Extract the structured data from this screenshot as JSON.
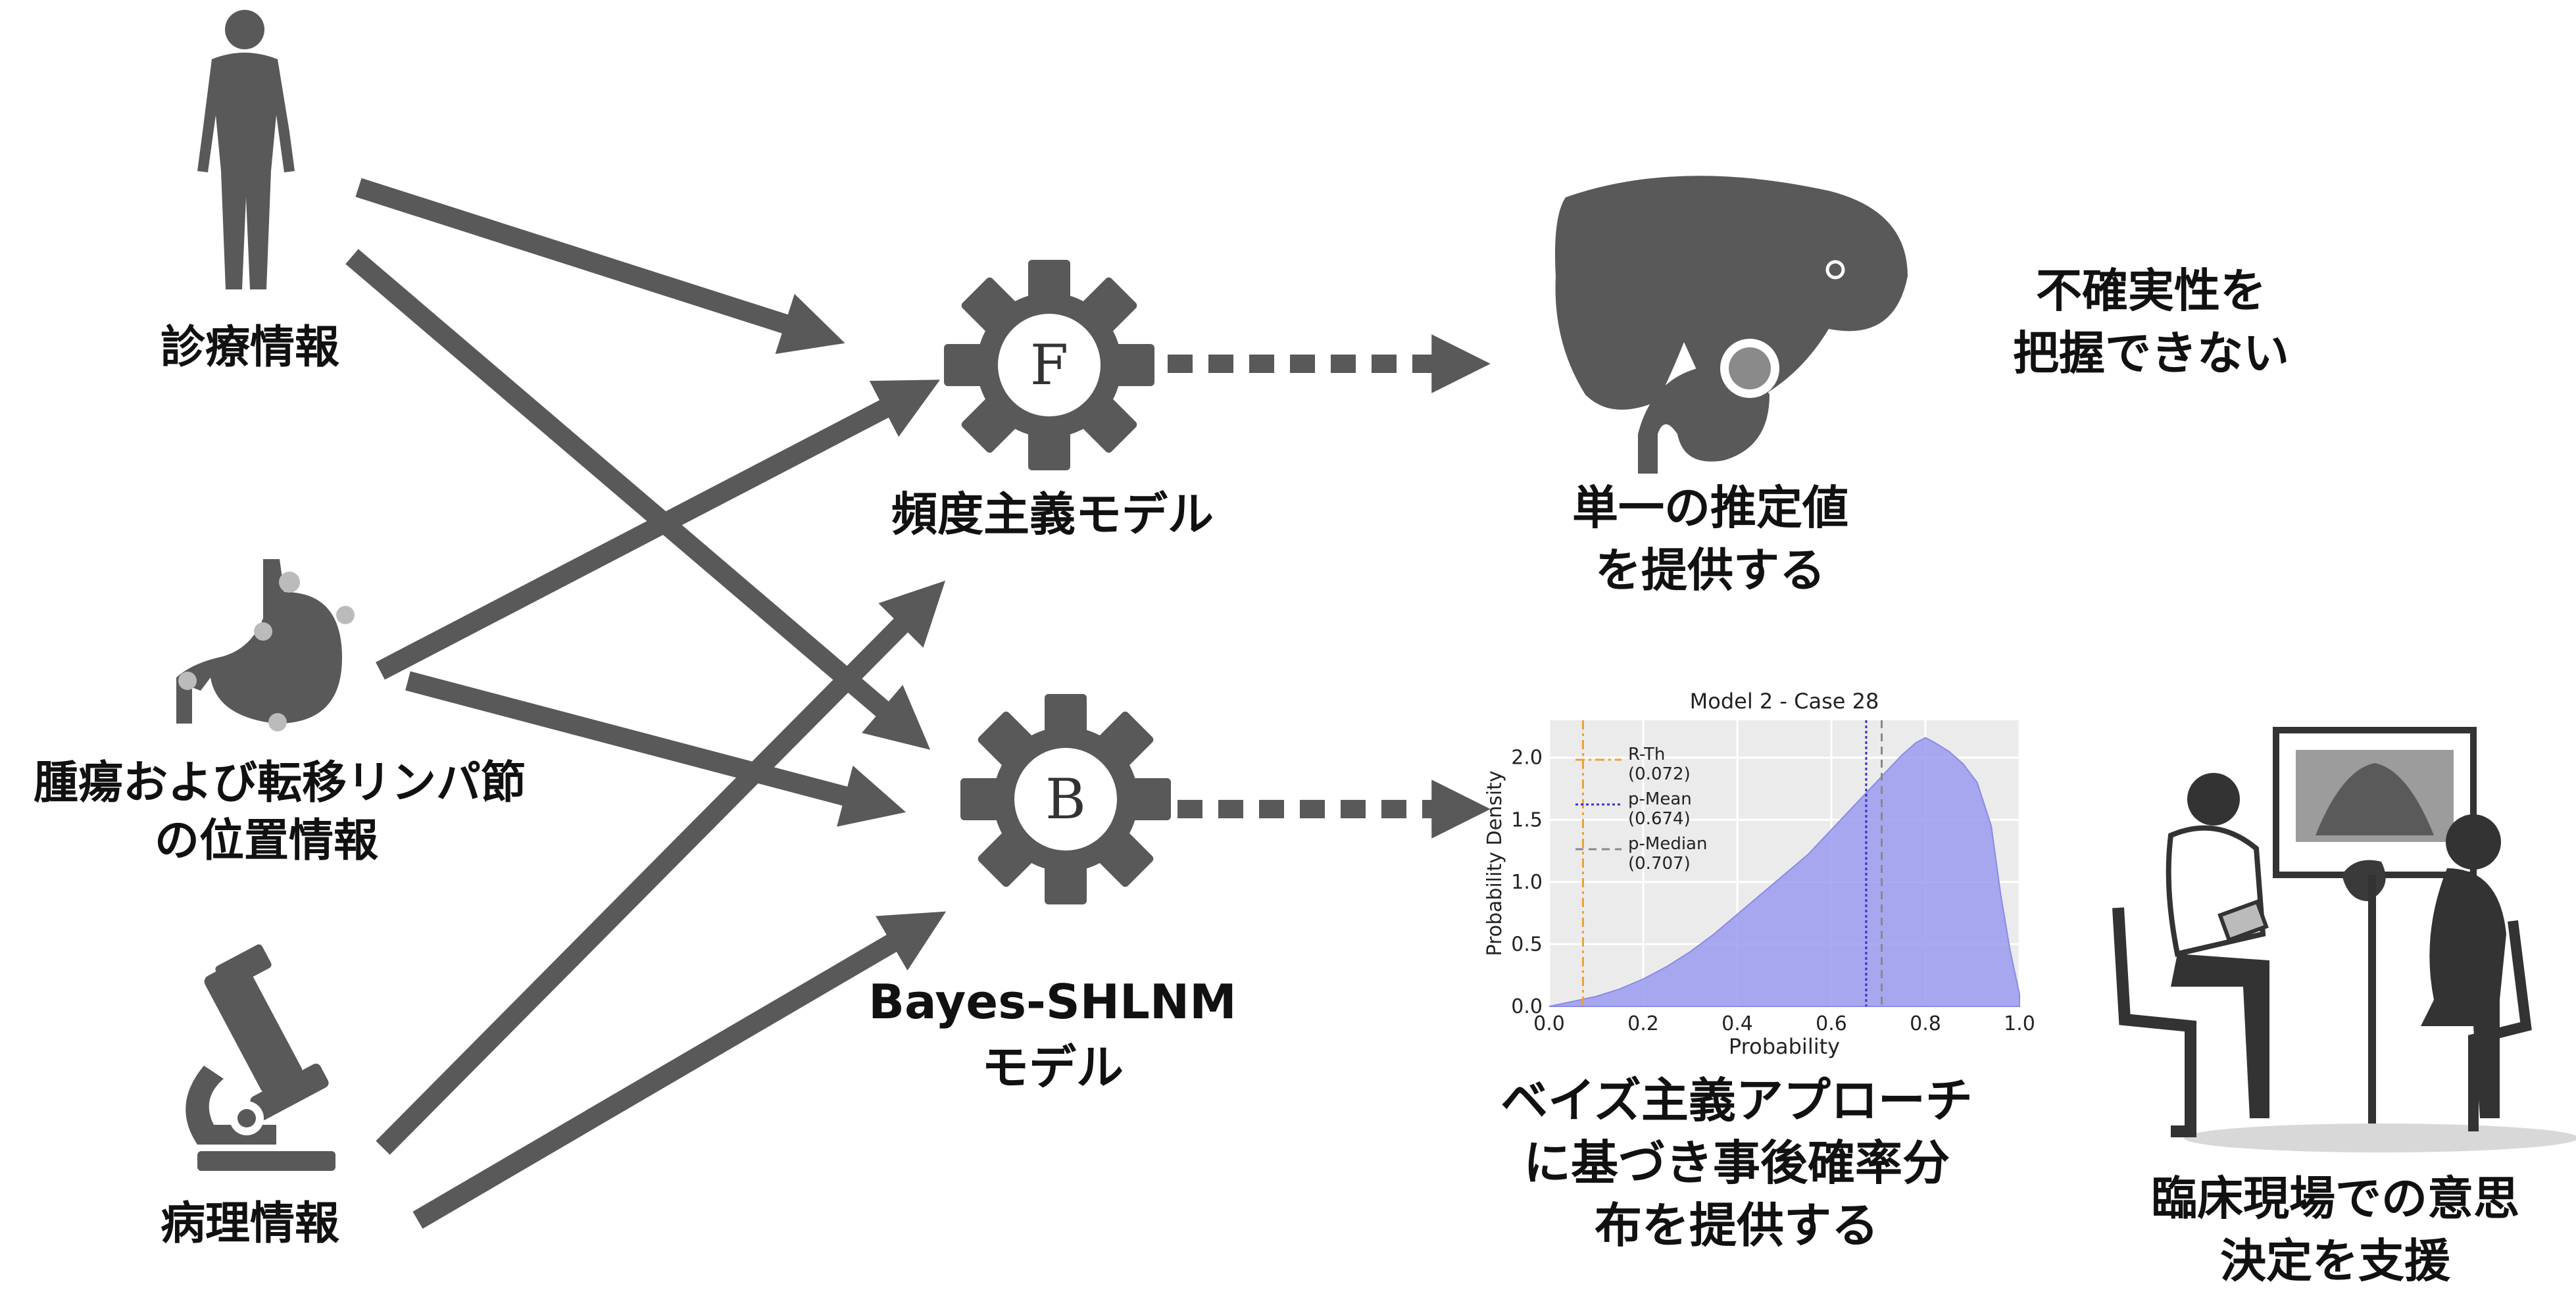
{
  "labels": {
    "clinical": "診療情報",
    "location_line1": "腫瘍および転移リンパ節",
    "location_line2": "の位置情報",
    "pathology": "病理情報",
    "frequentist": "頻度主義モデル",
    "bayes_line1": "Bayes-SHLNM",
    "bayes_line2": "モデル",
    "single_line1": "単一の推定値",
    "single_line2": "を提供する",
    "uncertainty_line1": "不確実性を",
    "uncertainty_line2": "把握できない",
    "posterior_line1": "ベイズ主義アプローチ",
    "posterior_line2": "に基づき事後確率分",
    "posterior_line3": "布を提供する",
    "support_line1": "臨床現場での意思",
    "support_line2": "決定を支援"
  },
  "gears": {
    "frequentist_letter": "F",
    "bayes_letter": "B"
  },
  "colors": {
    "icon_gray": "#595959",
    "density_fill": "#9b9bf0",
    "plot_bg": "#ebebeb",
    "r_th_line": "#f0a030",
    "p_mean_line": "#3333cc",
    "p_median_line": "#888888"
  },
  "chart_data": {
    "type": "area",
    "title": "Model 2 - Case 28",
    "xlabel": "Probability",
    "ylabel": "Probability Density",
    "xlim": [
      0,
      1
    ],
    "ylim": [
      0,
      2.3
    ],
    "x_ticks": [
      "0.0",
      "0.2",
      "0.4",
      "0.6",
      "0.8",
      "1.0"
    ],
    "y_ticks": [
      "0.0",
      "0.5",
      "1.0",
      "1.5",
      "2.0"
    ],
    "grid": true,
    "legend_position": "top-left",
    "series": [
      {
        "x": [
          0.0,
          0.05,
          0.1,
          0.15,
          0.2,
          0.25,
          0.3,
          0.35,
          0.4,
          0.45,
          0.5,
          0.55,
          0.6,
          0.65,
          0.7,
          0.75,
          0.78,
          0.8,
          0.82,
          0.85,
          0.88,
          0.91,
          0.94,
          0.96,
          0.98,
          1.0
        ],
        "y": [
          0.0,
          0.04,
          0.08,
          0.14,
          0.22,
          0.32,
          0.44,
          0.58,
          0.74,
          0.9,
          1.06,
          1.22,
          1.42,
          1.62,
          1.82,
          2.02,
          2.12,
          2.16,
          2.12,
          2.05,
          1.95,
          1.8,
          1.45,
          0.9,
          0.45,
          0.1
        ]
      }
    ],
    "vlines": [
      {
        "label": "R-Th",
        "value": 0.072,
        "value_text": "(0.072)"
      },
      {
        "label": "p-Mean",
        "value": 0.674,
        "value_text": "(0.674)"
      },
      {
        "label": "p-Median",
        "value": 0.707,
        "value_text": "(0.707)"
      }
    ]
  }
}
